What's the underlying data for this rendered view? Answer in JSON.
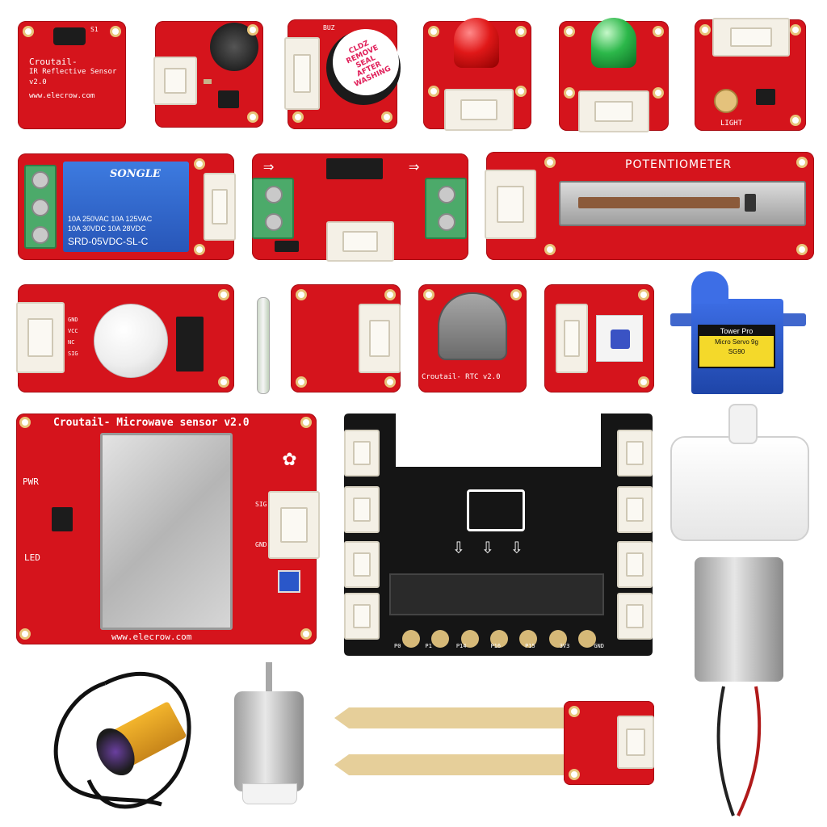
{
  "labels": {
    "ir_title": "Croutail-",
    "ir_title2": "IR Reflective Sensor",
    "ir_version": "v2.0",
    "ir_url": "www.elecrow.com",
    "ir_s1": "S1",
    "buzzer_label": "BUZ",
    "buzzer_sticker": "CLDZ\nREMOVE\nSEAL\nAFTER\nWASHING",
    "relay_brand": "SONGLE",
    "relay_spec1": "10A 250VAC  10A 125VAC",
    "relay_spec2": "10A  30VDC  10A  28VDC",
    "relay_model": "SRD-05VDC-SL-C",
    "pot_title": "POTENTIOMETER",
    "rtc_label": "Croutail- RTC v2.0",
    "servo_brand": "Tower Pro",
    "servo_model": "Micro Servo 9g",
    "servo_code": "SG90",
    "mw_title": "Croutail- Microwave sensor v2.0",
    "mw_pwr": "PWR",
    "mw_led": "LED",
    "mw_url": "www.elecrow.com",
    "mw_sig": "SIG",
    "mw_gnd": "GND",
    "light_label": "LIGHT",
    "pins": [
      "P0",
      "P1",
      "P14",
      "P16",
      "P15",
      "3V3",
      "GND"
    ],
    "pin_gnd": "GND",
    "pin_vcc": "VCC",
    "pin_nc": "NC",
    "pin_sig": "SIG"
  },
  "colors": {
    "board_red": "#d5141c",
    "pcb_black": "#151515",
    "grove_white": "#f4f0e6",
    "relay_blue": "#2f66c8",
    "servo_blue": "#2b57c8",
    "terminal_green": "#4caa6a",
    "gold": "#d6b978"
  }
}
